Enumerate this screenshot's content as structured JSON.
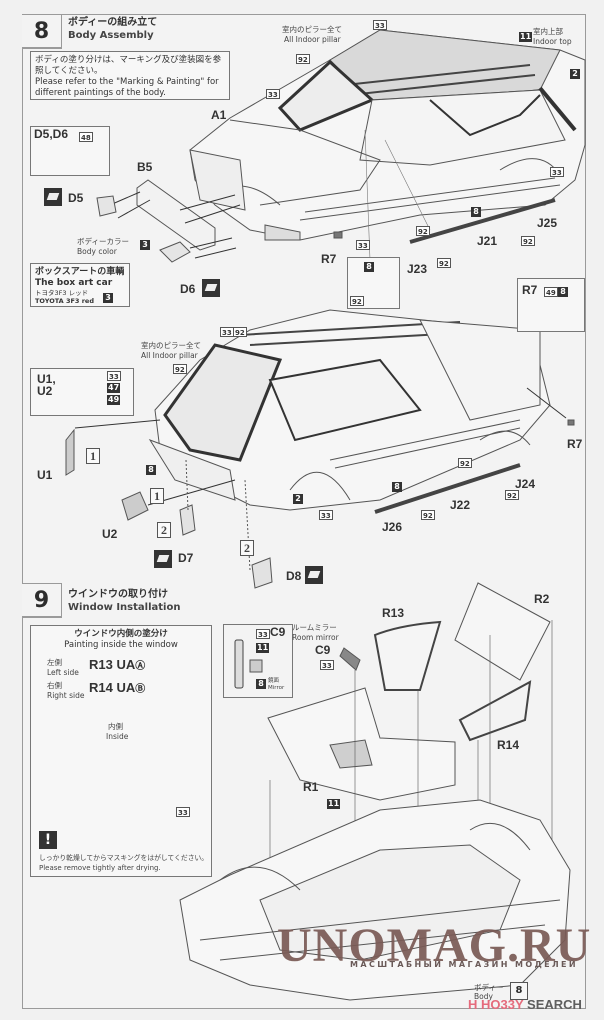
{
  "step8": {
    "number": "8",
    "title_jp": "ボディーの組み立て",
    "title_en": "Body Assembly",
    "note_jp": "ボディの塗り分けは、マーキング及び塗装図を参照してください。",
    "note_en": "Please refer to the \"Marking & Painting\" for different paintings of the body.",
    "detail_d5d6": {
      "label": "D5,D6",
      "color": "48"
    },
    "body_color": {
      "jp": "ボディーカラー",
      "en": "Body color",
      "color": "3"
    },
    "box_art": {
      "title_jp": "ボックスアートの車輌",
      "title_en": "The box art car",
      "paint_jp": "トヨタ3F3 レッド",
      "paint_en": "TOYOTA 3F3 red",
      "color": "3"
    },
    "indoor_pillar": {
      "jp": "室内のピラー全て",
      "en": "All Indoor pillar",
      "color": "92"
    },
    "indoor_top": {
      "jp": "室内上部",
      "en": "Indoor top",
      "color": "11"
    },
    "parts": [
      "A1",
      "B5",
      "D5",
      "D6",
      "R7",
      "J21",
      "J23",
      "J25",
      "J22",
      "J24",
      "J26",
      "U1",
      "U2",
      "D7",
      "D8"
    ],
    "u1u2_detail": {
      "label": "U1,\nU2",
      "colors": [
        "33",
        "47",
        "49"
      ]
    },
    "r7_detail": {
      "label": "R7",
      "colors": [
        "49",
        "8"
      ]
    },
    "trim_detail": {
      "colors": [
        "8",
        "92"
      ]
    },
    "color_codes": [
      "33",
      "2",
      "8",
      "92",
      "33",
      "92"
    ],
    "steps_ref": [
      "1",
      "1",
      "2",
      "2"
    ]
  },
  "step9": {
    "number": "9",
    "title_jp": "ウインドウの取り付け",
    "title_en": "Window Installation",
    "painting": {
      "title_jp": "ウインドウ内側の塗分け",
      "title_en": "Painting inside the window",
      "left_jp": "左側",
      "left_en": "Left side",
      "left_part": "R13 UA",
      "left_mark": "Ⓐ",
      "right_jp": "右側",
      "right_en": "Right side",
      "right_part": "R14 UA",
      "right_mark": "Ⓑ",
      "inside_jp": "内側",
      "inside_en": "Inside",
      "frame_color": "33",
      "caution_jp": "しっかり乾燥してからマスキングをはがしてください。",
      "caution_en": "Please remove tightly after drying."
    },
    "mirror": {
      "jp": "ルームミラー",
      "en": "Room mirror",
      "part": "C9",
      "colors": [
        "33",
        "11",
        "8"
      ],
      "mirror_jp": "鏡面",
      "mirror_en": "Mirror"
    },
    "parts": [
      "R13",
      "R2",
      "R14",
      "R1",
      "C9"
    ],
    "r1_color": "11",
    "body_ref": {
      "jp": "ボディー",
      "en": "Body",
      "step": "8"
    }
  },
  "watermark": {
    "text": "UNOMAG.RU",
    "sub": "МАСШТАБНЫЙ МАГАЗИН МОДЕЛЕЙ"
  },
  "source_mark": {
    "prefix": "H",
    "brand": "HO33Y",
    "suffix": " SEARCH"
  }
}
